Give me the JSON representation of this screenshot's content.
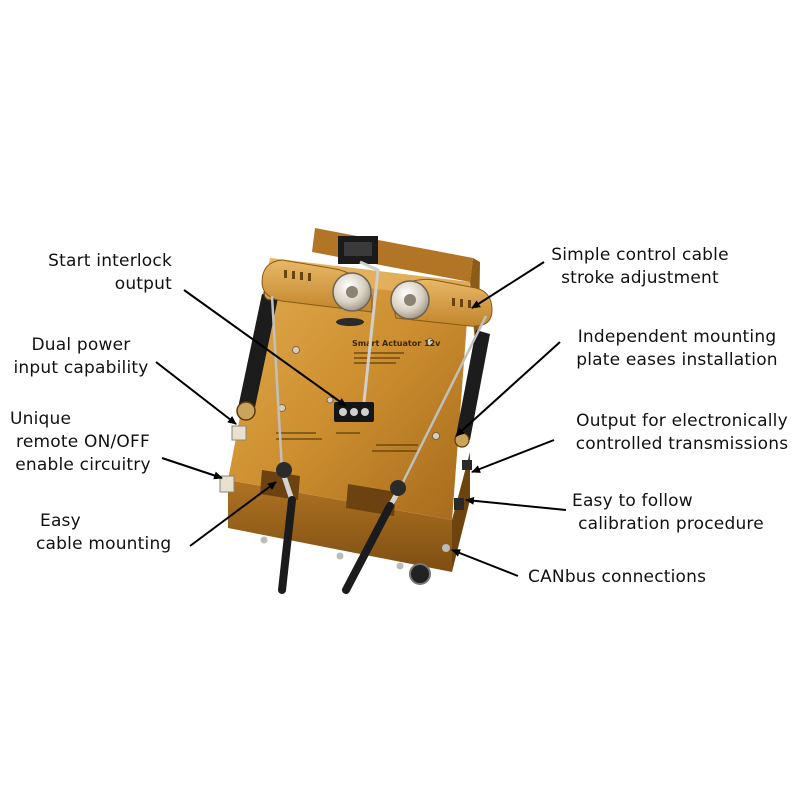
{
  "callouts": {
    "start_interlock": [
      "Start interlock",
      "output"
    ],
    "dual_power": [
      "Dual power",
      "input capability"
    ],
    "remote_on_off": [
      "Unique",
      "remote ON/OFF",
      "enable circuitry"
    ],
    "easy_cable": [
      "Easy",
      "cable mounting"
    ],
    "stroke_adjust": [
      "Simple control cable",
      "stroke adjustment"
    ],
    "mounting_plate": [
      "Independent mounting",
      "plate eases installation"
    ],
    "output_trans": [
      "Output for electronically",
      "controlled transmissions"
    ],
    "calibration": [
      "Easy to follow",
      "calibration procedure"
    ],
    "canbus": [
      "CANbus connections"
    ]
  },
  "device": {
    "model_label": "Smart Actuator 12v"
  },
  "colors": {
    "body": "#c98a2a",
    "body_dark": "#8a5a14",
    "body_light": "#e4b35a",
    "cable": "#222222",
    "arrow": "#000000"
  }
}
